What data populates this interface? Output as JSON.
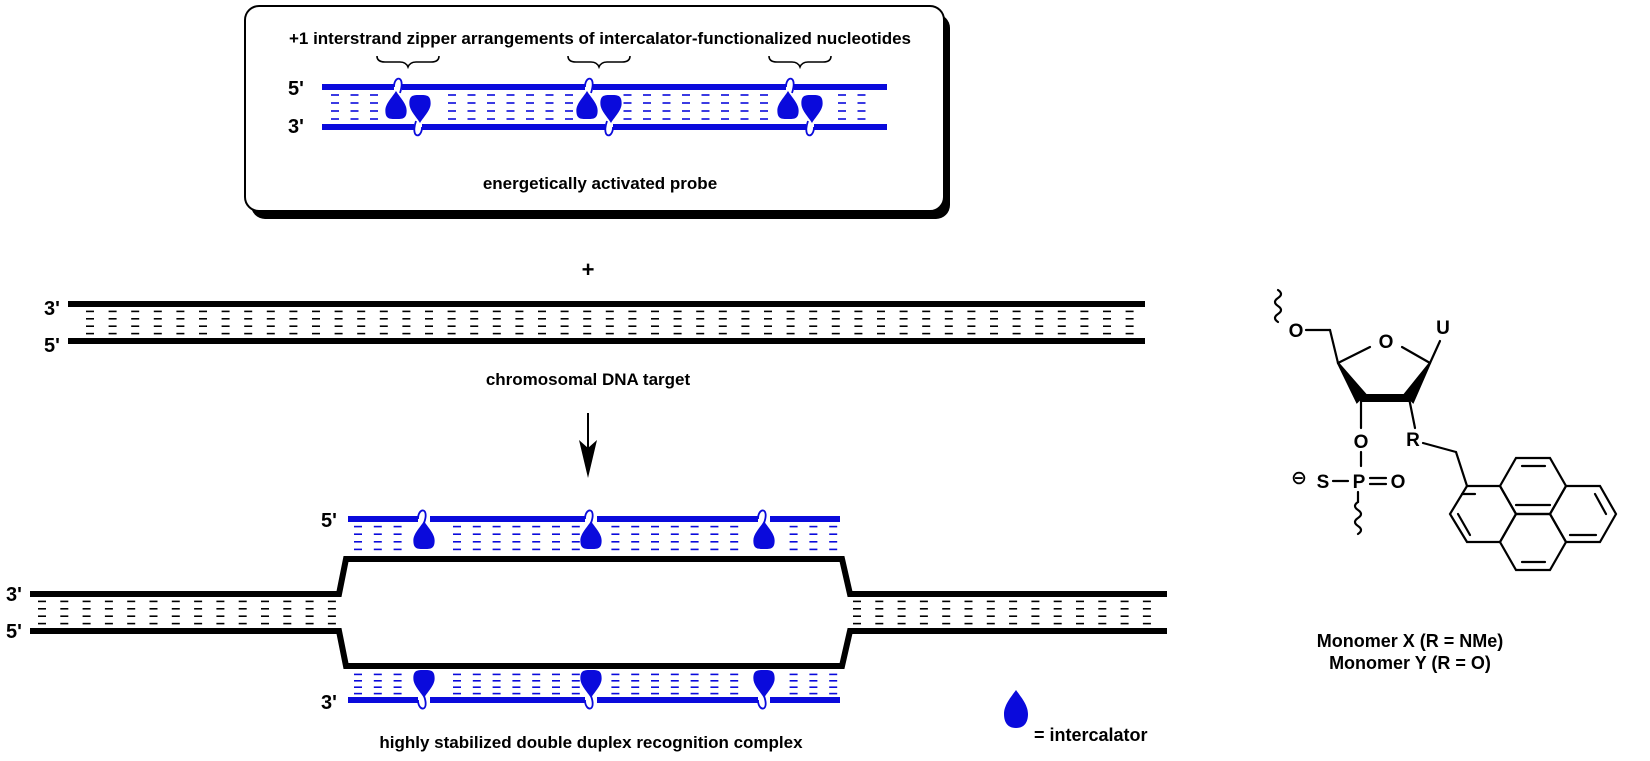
{
  "probe_box": {
    "zipper_label": "+1 interstrand zipper arrangements of intercalator-functionalized nucleotides",
    "caption": "energetically activated probe",
    "top_strand_end": "5'",
    "bottom_strand_end": "3'"
  },
  "plus_sign": "+",
  "target": {
    "top_strand_end": "3'",
    "bottom_strand_end": "5'",
    "caption": "chromosomal DNA target"
  },
  "complex": {
    "upper_probe_end": "5'",
    "lower_probe_end": "3'",
    "left_top_end": "3'",
    "left_bottom_end": "5'",
    "caption": "highly stabilized double duplex recognition complex"
  },
  "legend": {
    "intercalator_label": "= intercalator"
  },
  "monomer": {
    "atoms": {
      "ring_oxygen": "O",
      "base": "U",
      "o5": "O",
      "o3": "O",
      "r_group": "R",
      "sulfur": "S",
      "phosphorus": "P",
      "p_oxygen": "O",
      "charge": "⊖"
    },
    "name_x": "Monomer X (R = NMe)",
    "name_y": "Monomer Y (R = O)"
  },
  "colors": {
    "probe": "#0a0adc",
    "target": "#000000",
    "box_shadow": "#000000"
  }
}
